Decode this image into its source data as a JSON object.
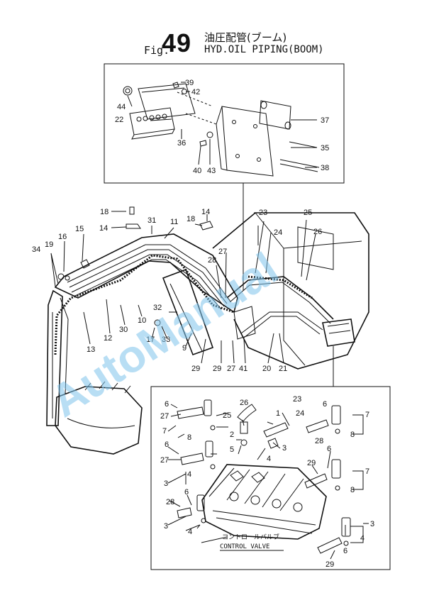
{
  "header": {
    "fig_prefix": "Fig.",
    "fig_number": "49",
    "title_jp": "油圧配管(ブーム)",
    "title_en": "HYD.OIL PIPING(BOOM)"
  },
  "watermark": {
    "text": "AutoManual",
    "color": "#7fc4ec"
  },
  "valve_label": {
    "jp": "コントロールバルブ",
    "en": "CONTROL VALVE"
  },
  "callouts_top": [
    "39",
    "42",
    "44",
    "22",
    "36",
    "37",
    "35",
    "40",
    "43",
    "38"
  ],
  "callouts_main": [
    "18",
    "31",
    "11",
    "14",
    "18",
    "14",
    "15",
    "16",
    "19",
    "34",
    "23",
    "24",
    "25",
    "26",
    "28",
    "27",
    "32",
    "10",
    "12",
    "30",
    "13",
    "17",
    "33",
    "9",
    "29",
    "29",
    "27",
    "41",
    "20",
    "21"
  ],
  "callouts_bottom": [
    "6",
    "27",
    "7",
    "8",
    "26",
    "25",
    "2",
    "5",
    "23",
    "24",
    "1",
    "3",
    "4",
    "6",
    "7",
    "8",
    "28",
    "6",
    "27",
    "3",
    "4",
    "6",
    "29",
    "7",
    "8",
    "6",
    "28",
    "3",
    "4",
    "3",
    "4",
    "6",
    "29"
  ]
}
